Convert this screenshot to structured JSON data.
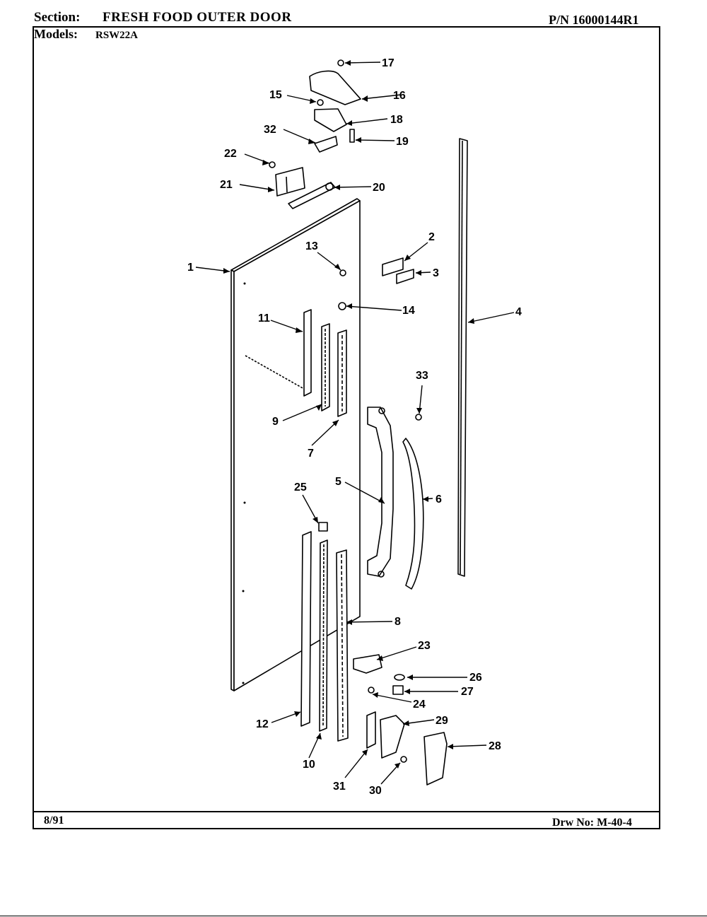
{
  "header": {
    "section_label": "Section:",
    "section_value": "FRESH FOOD OUTER DOOR",
    "part_number": "P/N 16000144R1",
    "models_label": "Models:",
    "models_value": "RSW22A"
  },
  "footer": {
    "date": "8/91",
    "drawing_number": "Drw No: M-40-4"
  },
  "callouts": [
    "1",
    "2",
    "3",
    "4",
    "5",
    "6",
    "7",
    "8",
    "9",
    "10",
    "11",
    "12",
    "13",
    "14",
    "15",
    "16",
    "17",
    "18",
    "19",
    "20",
    "21",
    "22",
    "23",
    "24",
    "25",
    "26",
    "27",
    "28",
    "29",
    "30",
    "31",
    "32",
    "33"
  ]
}
